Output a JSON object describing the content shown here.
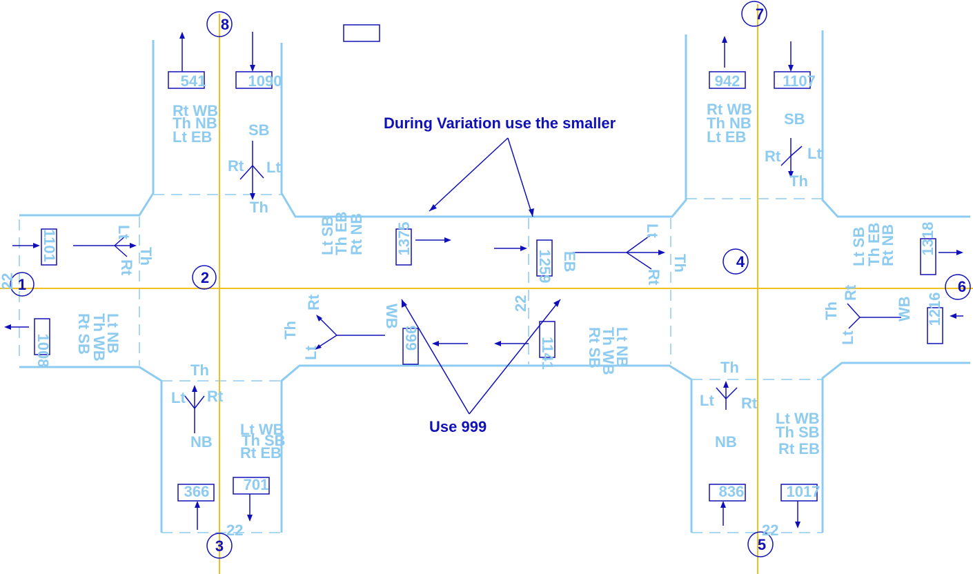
{
  "colors": {
    "road": "#8ecbf0",
    "axis": "#f0c020",
    "ink": "#1010b8",
    "background": "#ffffff"
  },
  "nodes": {
    "n1": "1",
    "n2": "2",
    "n3": "3",
    "n4": "4",
    "n5": "5",
    "n6": "6",
    "n7": "7",
    "n8": "8"
  },
  "annotations": {
    "variation_note": "During Variation use the smaller",
    "use_note": "Use 999"
  },
  "width_labels": {
    "w_left": "22",
    "w_mid": "22",
    "w_bottom_left": "22",
    "w_bottom_right": "22"
  },
  "volumes": {
    "v541": "541",
    "v1090": "1090",
    "v942": "942",
    "v1107": "1107",
    "v1101": "1101",
    "v1008": "1008",
    "v1375": "1375",
    "v1259": "1259",
    "v999": "999",
    "v1141": "1141",
    "v1318": "1318",
    "v1216": "1216",
    "v366": "366",
    "v701": "701",
    "v836": "836",
    "v1017": "1017"
  },
  "movements": {
    "lt": "Lt",
    "th": "Th",
    "rt": "Rt",
    "sb": "SB",
    "nb": "NB",
    "eb": "EB",
    "wb": "WB",
    "rt_wb": "Rt WB",
    "th_nb": "Th NB",
    "lt_eb": "Lt EB",
    "lt_sb": "Lt SB",
    "th_eb": "Th EB",
    "rt_nb": "Rt NB",
    "lt_nb": "Lt NB",
    "th_wb": "Th WB",
    "rt_sb": "Rt SB",
    "lt_wb": "Lt WB",
    "th_sb": "Th SB",
    "rt_eb": "Rt EB"
  }
}
